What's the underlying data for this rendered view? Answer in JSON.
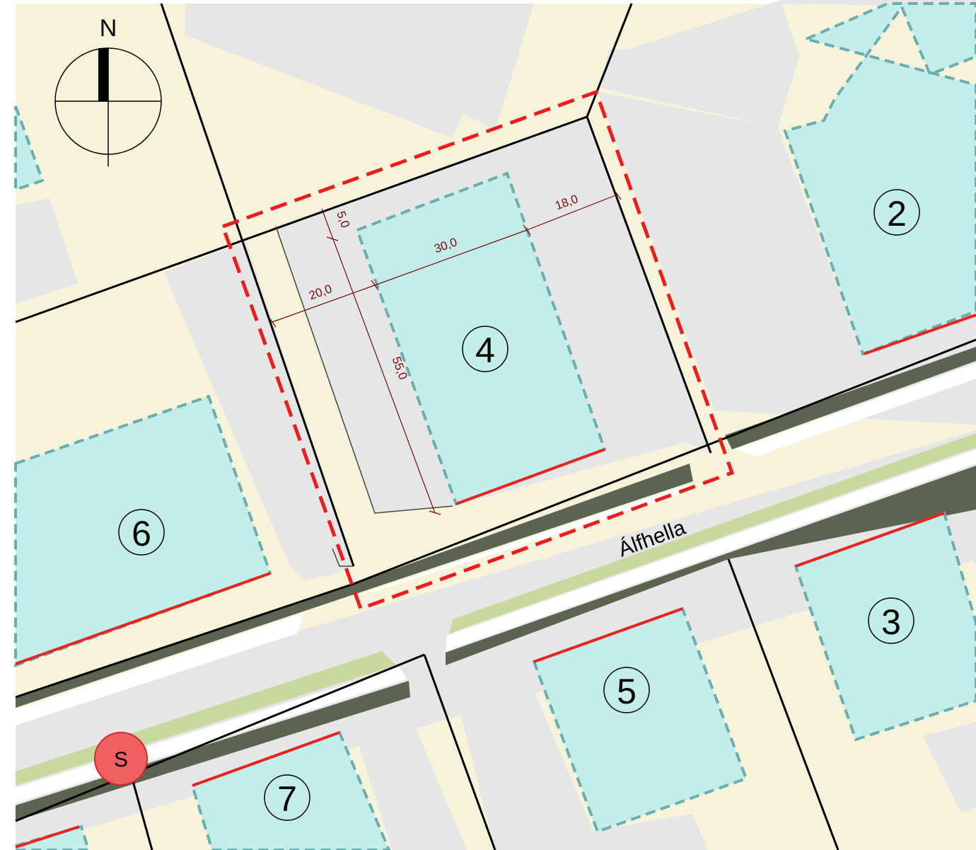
{
  "compass": {
    "label": "N"
  },
  "street": {
    "name": "Álfhella"
  },
  "lots": [
    {
      "id": "lot-2",
      "number": "2"
    },
    {
      "id": "lot-3",
      "number": "3"
    },
    {
      "id": "lot-4",
      "number": "4"
    },
    {
      "id": "lot-5",
      "number": "5"
    },
    {
      "id": "lot-6",
      "number": "6"
    },
    {
      "id": "lot-7",
      "number": "7"
    }
  ],
  "dimensions": {
    "front_setback": "5,0",
    "building_width": "30,0",
    "side_east": "18,0",
    "side_west": "20,0",
    "building_depth": "55,0"
  },
  "marker": {
    "label": "S"
  },
  "colors": {
    "lot_fill": "#f7f2da",
    "paved": "#e6e6e6",
    "building_area": "#c3ede9",
    "building_edge": "#6aaeb0",
    "frontage_line": "#e8241f",
    "plan_boundary": "#ee1c1c",
    "curb_dark": "#5c6350",
    "grass_strip": "#c9d99d",
    "dimension_line": "#7a0a0a",
    "marker_fill": "#f06060"
  }
}
